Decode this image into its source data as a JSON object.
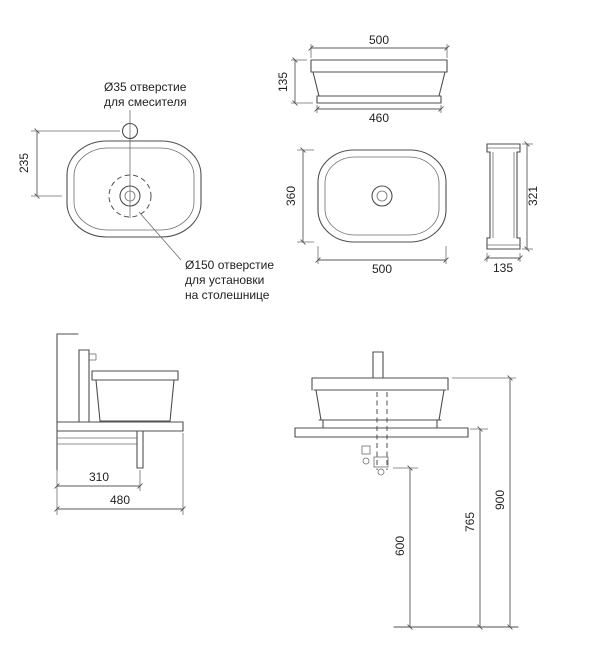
{
  "page": {
    "background": "#ffffff"
  },
  "colors": {
    "line": "#4f4f4f",
    "extension_line": "#6e6e6e",
    "text": "#1f1f1f"
  },
  "annotations": {
    "faucet_hole": {
      "line1": "Ø35 отверстие",
      "line2": "для смесителя"
    },
    "countertop_hole": {
      "line1": "Ø150 отверстие",
      "line2": "для установки",
      "line3": "на столешнице"
    }
  },
  "views": {
    "top_callout": {
      "faucet_offset": "235"
    },
    "front": {
      "top_width": "500",
      "height": "135",
      "bottom_width": "460"
    },
    "plan": {
      "depth": "360",
      "width": "500"
    },
    "side": {
      "height": "321",
      "depth": "135"
    },
    "install_side": {
      "bracket_depth": "310",
      "total_depth": "480"
    },
    "install_front": {
      "drain_height": "600",
      "counter_height": "765",
      "overall_height": "900"
    }
  }
}
